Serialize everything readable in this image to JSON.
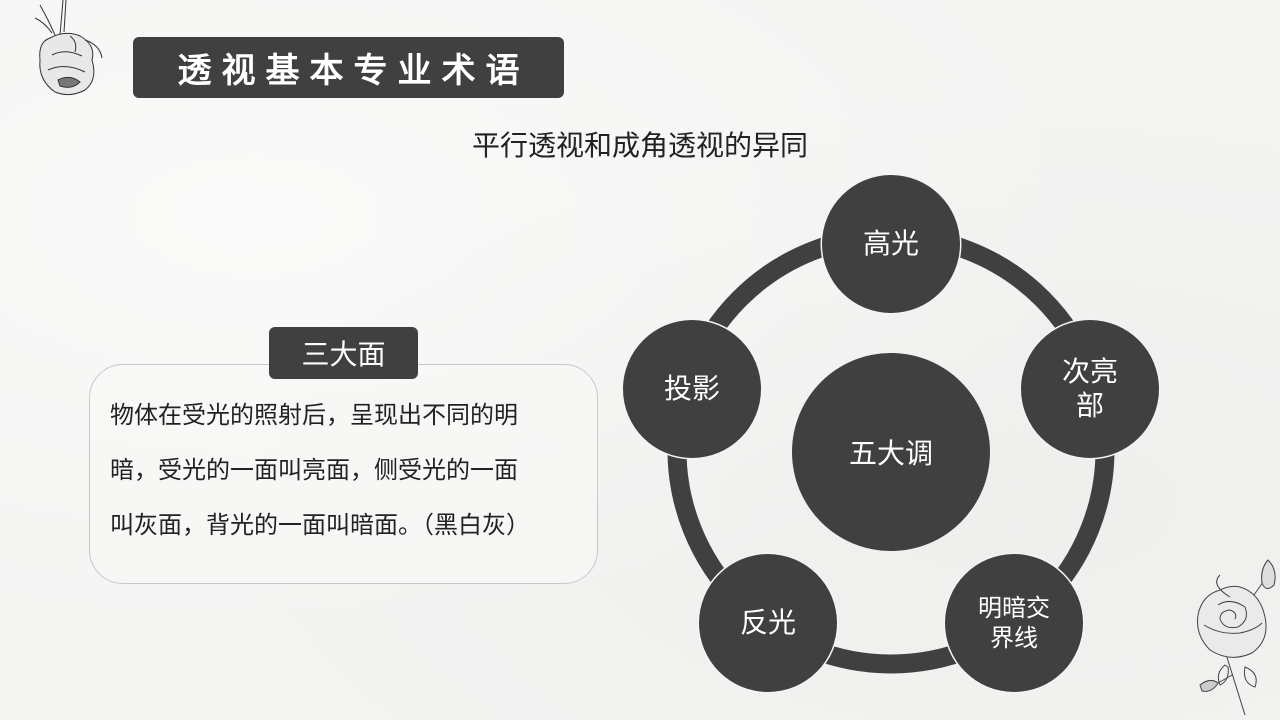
{
  "header": {
    "title": "透视基本专业术语",
    "subtitle": "平行透视和成角透视的异同"
  },
  "panel": {
    "label": "三大面",
    "lines": [
      "物体在受光的照射后，呈现出不同的明",
      "暗，受光的一面叫亮面，侧受光的一面",
      "叫灰面，背光的一面叫暗面。（黑白灰）"
    ]
  },
  "diagram": {
    "center": "五大调",
    "nodes": [
      {
        "id": "highlight",
        "label": "高光"
      },
      {
        "id": "secondary-light",
        "label_lines": [
          "次亮",
          "部"
        ]
      },
      {
        "id": "terminator",
        "label_lines": [
          "明暗交",
          "界线"
        ]
      },
      {
        "id": "reflected-light",
        "label": "反光"
      },
      {
        "id": "cast-shadow",
        "label": "投影"
      }
    ]
  },
  "colors": {
    "dark": "#404040",
    "background": "#f4f4f3",
    "text": "#222222",
    "panel_border": "#c9c9c9"
  },
  "decorations": [
    "rose-sketch-top-left",
    "rose-sketch-bottom-right"
  ]
}
